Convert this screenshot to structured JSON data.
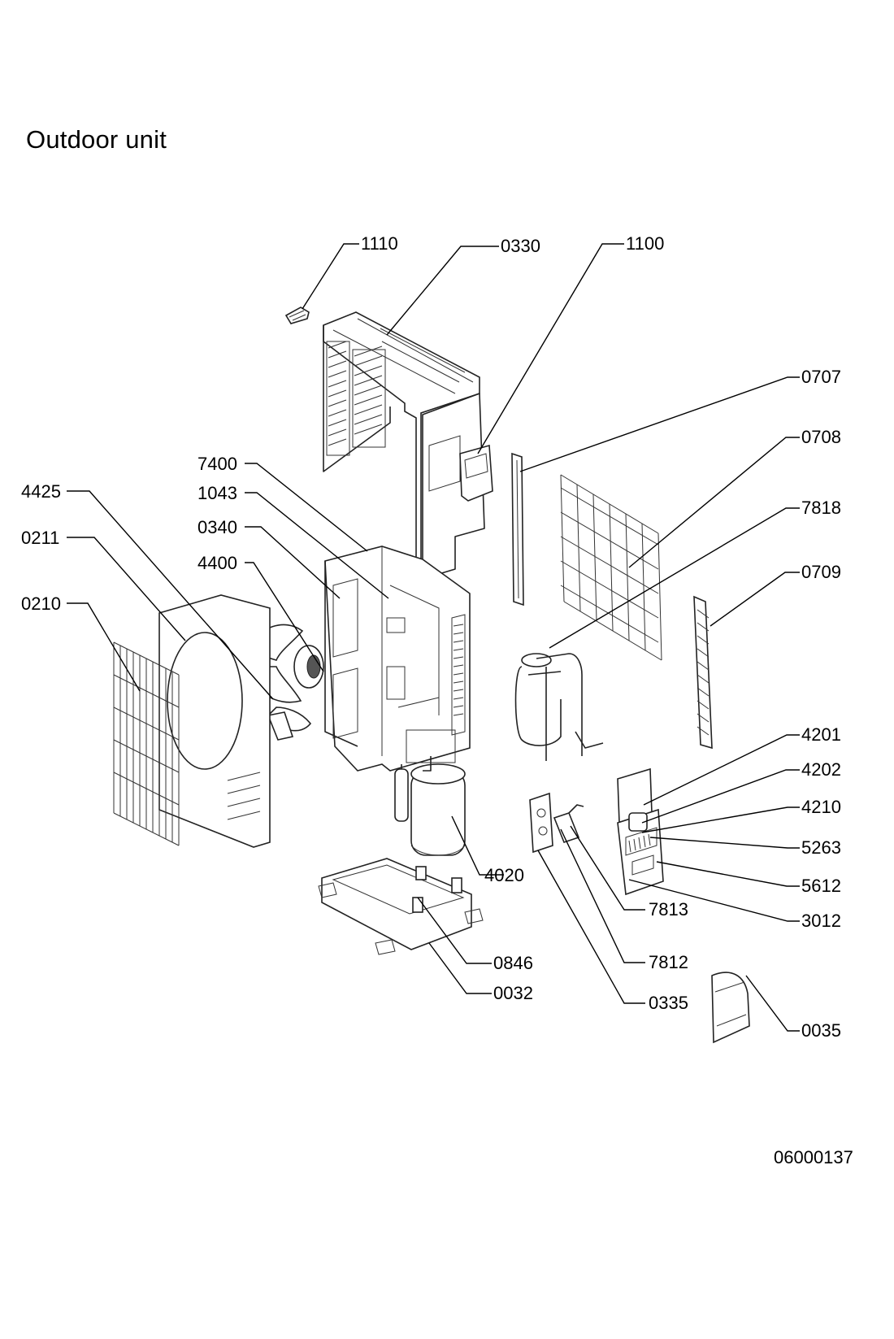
{
  "title": "Outdoor unit",
  "document_number": "06000137",
  "callouts": [
    {
      "id": "c1110",
      "label": "1110"
    },
    {
      "id": "c0330",
      "label": "0330"
    },
    {
      "id": "c1100",
      "label": "1100"
    },
    {
      "id": "c0707",
      "label": "0707"
    },
    {
      "id": "c0708",
      "label": "0708"
    },
    {
      "id": "c7818",
      "label": "7818"
    },
    {
      "id": "c0709",
      "label": "0709"
    },
    {
      "id": "c7400",
      "label": "7400"
    },
    {
      "id": "c1043",
      "label": "1043"
    },
    {
      "id": "c0340",
      "label": "0340"
    },
    {
      "id": "c4400",
      "label": "4400"
    },
    {
      "id": "c4425",
      "label": "4425"
    },
    {
      "id": "c0211",
      "label": "0211"
    },
    {
      "id": "c0210",
      "label": "0210"
    },
    {
      "id": "c4201",
      "label": "4201"
    },
    {
      "id": "c4202",
      "label": "4202"
    },
    {
      "id": "c4210",
      "label": "4210"
    },
    {
      "id": "c5263",
      "label": "5263"
    },
    {
      "id": "c5612",
      "label": "5612"
    },
    {
      "id": "c3012",
      "label": "3012"
    },
    {
      "id": "c4020",
      "label": "4020"
    },
    {
      "id": "c7813",
      "label": "7813"
    },
    {
      "id": "c7812",
      "label": "7812"
    },
    {
      "id": "c0846",
      "label": "0846"
    },
    {
      "id": "c0032",
      "label": "0032"
    },
    {
      "id": "c0335",
      "label": "0335"
    },
    {
      "id": "c0035",
      "label": "0035"
    }
  ]
}
